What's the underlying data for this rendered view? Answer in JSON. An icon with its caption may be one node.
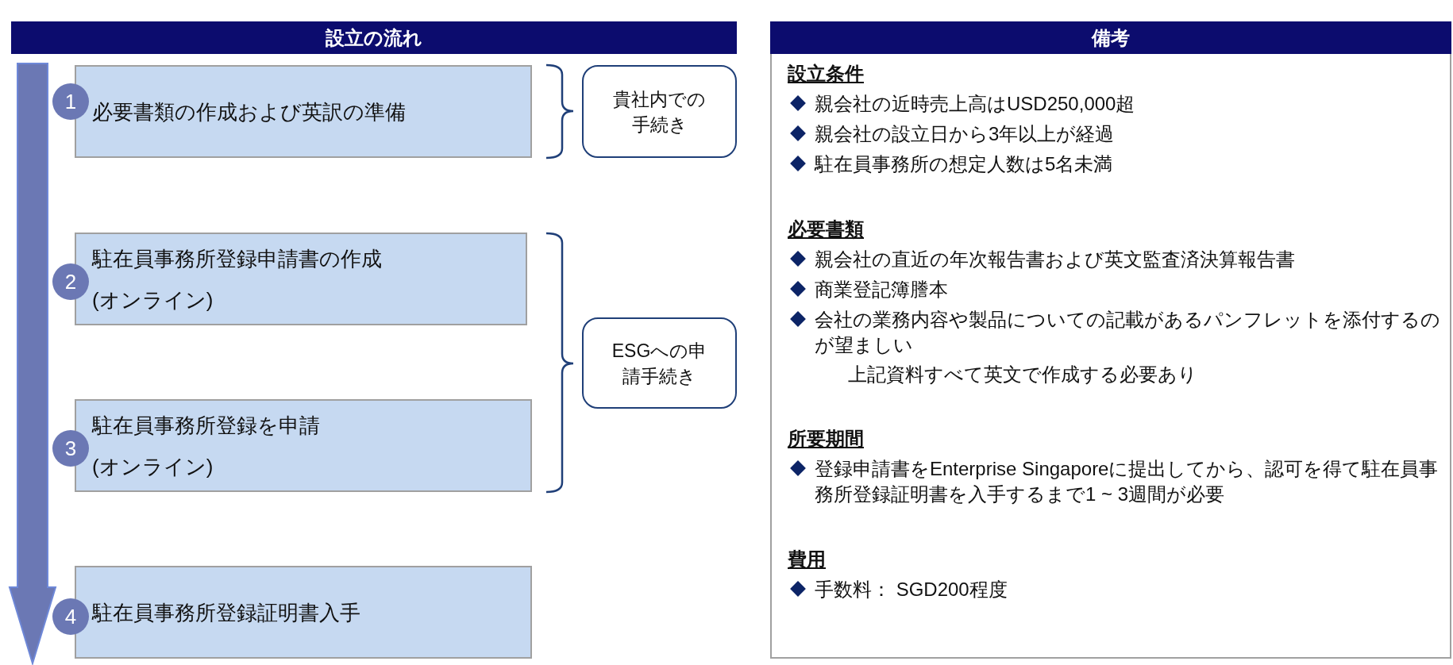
{
  "diagram": {
    "nodes": [
      {
        "text": [
          "設立の流れ"
        ]
      },
      {
        "text": [
          "1"
        ]
      },
      {
        "text": [
          "必要書類の作成および英訳の準備"
        ]
      },
      {
        "text": [
          "2"
        ]
      },
      {
        "text": [
          "駐在員事務所登録申請書の作成",
          "(オンライン)"
        ]
      },
      {
        "text": [
          "3"
        ]
      },
      {
        "text": [
          "駐在員事務所登録を申請",
          "(オンライン)"
        ]
      },
      {
        "text": [
          "4"
        ]
      },
      {
        "text": [
          "駐在員事務所登録証明書入手"
        ]
      },
      {
        "text": [
          "貴社内での手続き"
        ]
      },
      {
        "text": [
          "ESGへの申請手続き"
        ]
      },
      {
        "text": [
          "備考"
        ]
      },
      {
        "text": [
          "設立条件",
          "親会社の近時売上高はUSD250,000超",
          "親会社の設立日から3年以上が経過",
          "駐在員事務所の想定人数は5名未満",
          "必要書類",
          "親会社の直近の年次報告書および英文監査済決算報告書",
          "商業登記簿謄本",
          "会社の業務内容や製品についての記載があるパンフレットを添付するのが望ましい",
          "上記資料すべて英文で作成する必要あり",
          "所要期間",
          "登録申請書をEnterprise Singaporeに提出してから、認可を得て駐在員事務所登録証明書を入手するまで1 ~ 3週間が必要",
          "費用",
          "手数料：  SGD200程度"
        ]
      }
    ],
    "edges": []
  }
}
